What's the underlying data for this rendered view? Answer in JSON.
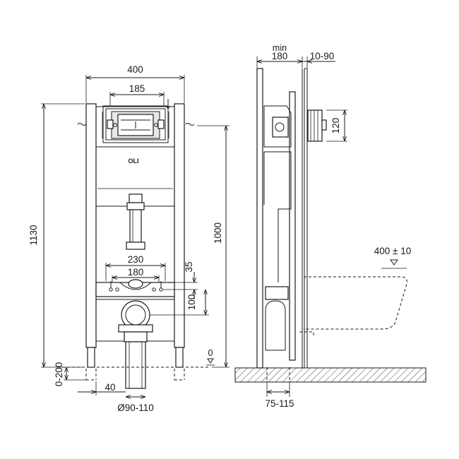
{
  "front_view": {
    "dim_width": "400",
    "dim_plate": "185",
    "dim_height": "1130",
    "dim_inlet_height": "1000",
    "dim_bolt_outer": "230",
    "dim_bolt_inner": "180",
    "dim_bolt_offset": "35",
    "dim_outlet_spacing": "100",
    "dim_foot_range": "0-200",
    "dim_foot_offset": "40",
    "dim_pipe": "Ø90-110",
    "zero_mark": "0",
    "brand": "OLI"
  },
  "side_view": {
    "dim_min_label": "min",
    "dim_depth": "180",
    "dim_wall_range": "10-90",
    "dim_height_120": "120",
    "dim_pan_height": "400 ± 10",
    "dim_outlet_range": "75-115"
  }
}
